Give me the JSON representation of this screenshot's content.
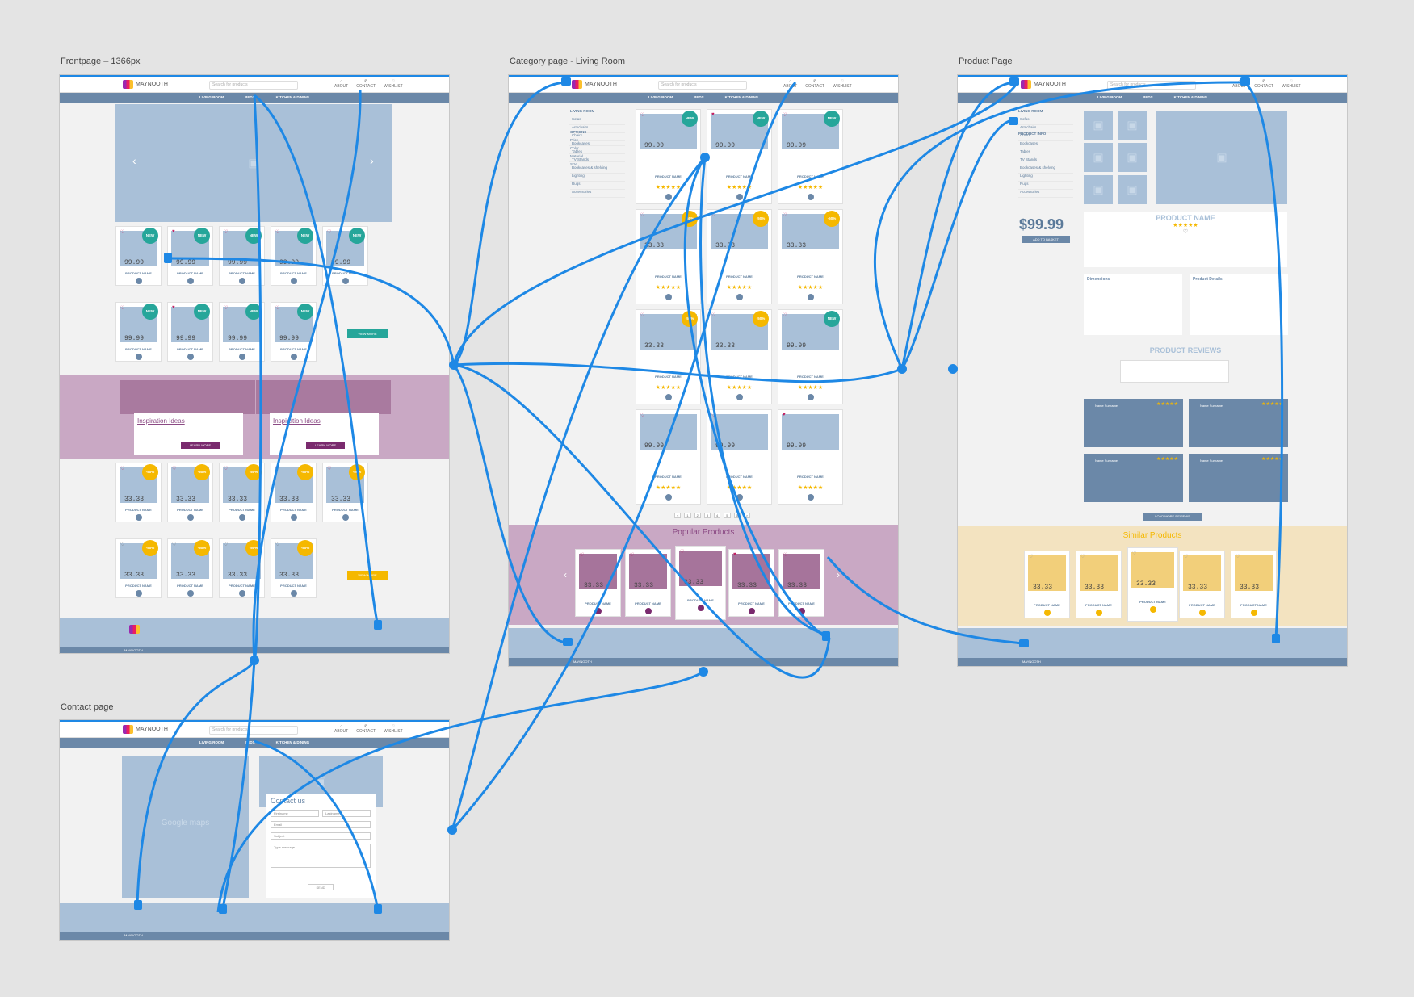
{
  "artboards": {
    "frontpage": "Frontpage – 1366px",
    "category": "Category page - Living Room",
    "product": "Product Page",
    "contact": "Contact page"
  },
  "header": {
    "logo": "MAYNOOTH",
    "search_placeholder": "Search for products",
    "icons": [
      "ABOUT",
      "CONTACT",
      "WISHLIST"
    ]
  },
  "nav": [
    "LIVING ROOM",
    "BEDS",
    "KITCHEN & DINING"
  ],
  "frontpage": {
    "new_badge": "NEW",
    "sale_badge": "-50%",
    "price_new": "99.99",
    "price_sale": "33.33",
    "product_name": "PRODUCT NAME",
    "view_more": "VIEW MORE",
    "inspiration_title": "Inspiration Ideas",
    "learn_more": "LEARN MORE",
    "footer_text": "MAYNOOTH"
  },
  "category": {
    "sidebar_title": "LIVING ROOM",
    "sidebar_items": [
      "Sofas",
      "Armchairs",
      "Chairs",
      "Bookcases",
      "Tables",
      "TV Stands",
      "Bookcases & shelving",
      "Lighting",
      "Rugs",
      "Accessories"
    ],
    "options_title": "OPTIONS",
    "price_label": "Price",
    "color_label": "Color",
    "material_label": "Material",
    "size_label": "Size",
    "popular_title": "Popular Products",
    "pagination": [
      "<",
      "1",
      "2",
      "3",
      "4",
      "5",
      "6",
      ">"
    ]
  },
  "product": {
    "sidebar_title": "LIVING ROOM",
    "info_title": "PRODUCT INFO",
    "price": "$99.99",
    "add_to_basket": "ADD TO BASKET",
    "name": "PRODUCT NAME",
    "dimensions": "Dimensions",
    "details": "Product Details",
    "reviews_title": "PRODUCT REVIEWS",
    "load_more": "LOAD MORE REVIEWS",
    "similar_title": "Similar Products",
    "reviewer": "Name Surname"
  },
  "contact": {
    "title": "Contact us",
    "map_label": "Google maps",
    "first_name": "Firstname",
    "last_name": "Lastname",
    "email": "Email",
    "subject": "Subject",
    "message": "Type message...",
    "send": "SEND"
  },
  "colors": {
    "accent_blue": "#1e88e5",
    "placeholder": "#a9c0d8",
    "nav": "#6b88a8",
    "purple": "#c9a8c4",
    "yellow": "#f3e3c0",
    "star": "#f5b800"
  }
}
